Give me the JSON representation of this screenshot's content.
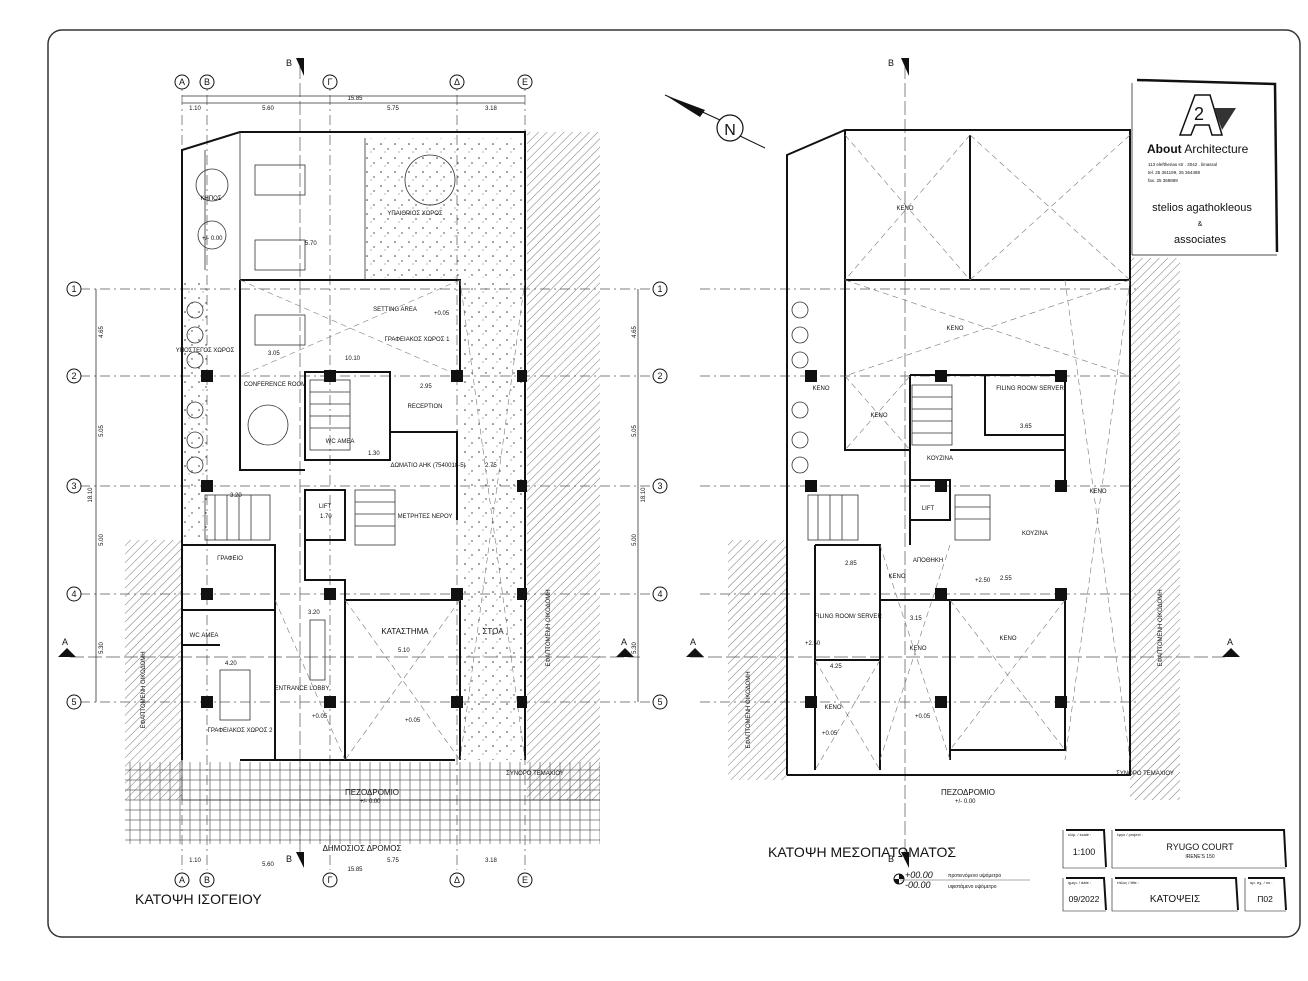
{
  "ground_floor": {
    "title": "ΚΑΤΟΨΗ ΙΣΟΓΕΙΟΥ",
    "axes_cols": [
      "Α",
      "Β",
      "Γ",
      "Δ",
      "Ε"
    ],
    "axes_rows": [
      "1",
      "2",
      "3",
      "4",
      "5"
    ],
    "dims_top": [
      "1.10",
      "5.60",
      "15.85",
      "5.75",
      "3.18"
    ],
    "dims_side": [
      "4.65",
      "5.05",
      "5.00",
      "5.30",
      "18.10"
    ],
    "rooms": [
      "ΚΗΠΟΣ",
      "ΥΠΑΙΘΡΙΟΣ ΧΩΡΟΣ",
      "ΥΠΟΣΤΕΓΟΣ ΧΩΡΟΣ",
      "SETTING AREA",
      "ΓΡΑΦΕΙΑΚΟΣ ΧΩΡΟΣ 1",
      "CONFERENCE ROOM",
      "RECEPTION",
      "WC ΑΜΕΑ",
      "ΔΩΜΑΤΙΟ ΑΗΚ (7540018-5)",
      "LIFT",
      "ΜΕΤΡΗΤΕΣ ΝΕΡΟΥ",
      "ΓΡΑΦΕΙΟ",
      "WC ΑΜΕΑ",
      "ENTRANCE LOBBY",
      "ΚΑΤΑΣΤΗΜΑ",
      "ΣΤΟΑ",
      "ΓΡΑΦΕΙΑΚΟΣ ΧΩΡΟΣ 2",
      "ΠΕΖΟΔΡΟΜΙΟ",
      "ΔΗΜΟΣΙΟΣ ΔΡΟΜΟΣ",
      "ΣΥΝΟΡΟ ΤΕΜΑΧΙΟΥ",
      "ΕΦΑΠΤΟΜΕΝΗ ΟΙΚΟΔΟΜΗ",
      "ΕΦΑΠΤΟΜΕΝΗ ΟΙΚΟΔΟΜΗ"
    ],
    "levels": [
      "+0.05",
      "+/- 0.00",
      "+0.05",
      "+0.05",
      "+/- 0.00"
    ],
    "inner_dims": [
      "5.70",
      "10.10",
      "3.05",
      "2.95",
      "1.30",
      "1.70",
      "3.20",
      "3.20",
      "5.10",
      "4.20",
      "2.75"
    ]
  },
  "mezzanine": {
    "title": "ΚΑΤΟΨΗ ΜΕΣΟΠΑΤΩΜΑΤΟΣ",
    "rooms": [
      "ΚΕΝΟ",
      "ΚΕΝΟ",
      "ΚΕΝΟ",
      "ΚΕΝΟ",
      "FILING ROOM/ SERVER",
      "ΚΟΥΖΙΝΑ",
      "LIFT",
      "ΚΟΥΖΙΝΑ",
      "ΚΕΝΟ",
      "ΑΠΟΘΗΚΗ",
      "ΚΕΝΟ",
      "FILING ROOM/ SERVER",
      "ΚΕΝΟ",
      "ΚΕΝΟ",
      "ΚΕΝΟ",
      "ΠΕΖΟΔΡΟΜΙΟ",
      "ΣΥΝΟΡΟ ΤΕΜΑΧΙΟΥ",
      "ΕΦΑΠΤΟΜΕΝΗ ΟΙΚΟΔΟΜΗ",
      "ΕΦΑΠΤΟΜΕΝΗ ΟΙΚΟΔΟΜΗ"
    ],
    "levels": [
      "+2.50",
      "+2.50",
      "+0.05",
      "+0.05",
      "+/- 0.00"
    ],
    "inner_dims": [
      "3.65",
      "2.85",
      "3.15",
      "4.25",
      "2.55"
    ]
  },
  "section_markers": {
    "b": "Β",
    "a": "Α"
  },
  "north": "N",
  "legend": {
    "proposed_value": "+00.00",
    "existing_value": "-00.00",
    "proposed_label": "προτεινόμενο υψόμετρο",
    "existing_label": "υφιστάμενο υψόμετρο"
  },
  "firm": {
    "logo_text": "A2",
    "name_bold": "About",
    "name_rest": " Architecture",
    "address": "113 eleftherias str . 3042 . limassol",
    "tel": "tel. 25 361199, 25 364488",
    "fax": "fax. 25 368899",
    "partner1": "stelios agathokleous",
    "amp": "&",
    "partner2": "associates"
  },
  "title_block": {
    "scale_label": "κλίμ. / scale :",
    "scale": "1:100",
    "project_label": "έργο / project :",
    "project": "RYUGO COURT",
    "project_sub": "IRENE'S 150",
    "date_label": "ημερ. / date :",
    "date": "09/2022",
    "title_label": "τίτλος / title :",
    "title": "ΚΑΤΟΨΕΙΣ",
    "no_label": "αρ. σχ. / no :",
    "no": "Π02"
  }
}
